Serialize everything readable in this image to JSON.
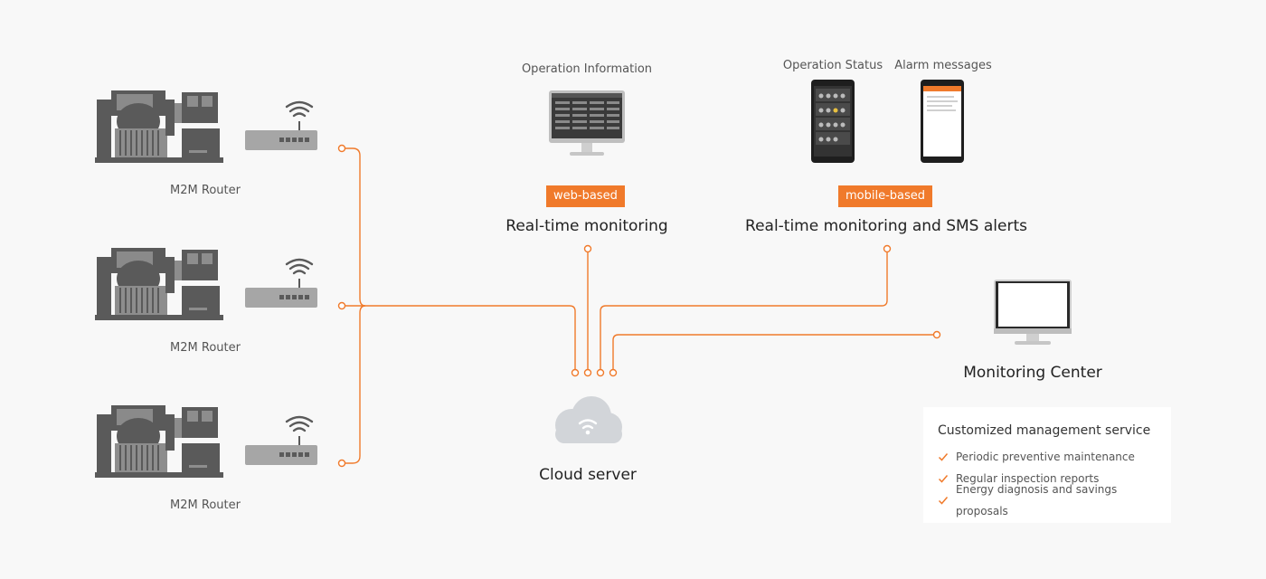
{
  "routers": [
    {
      "label": "M2M Router"
    },
    {
      "label": "M2M Router"
    },
    {
      "label": "M2M Router"
    }
  ],
  "web": {
    "screen_label": "Operation Information",
    "tag": "web-based",
    "title": "Real-time monitoring"
  },
  "mobile": {
    "status_label": "Operation Status",
    "alarm_label": "Alarm messages",
    "tag": "mobile-based",
    "title": "Real-time monitoring and SMS alerts"
  },
  "cloud": {
    "label": "Cloud server"
  },
  "monitoring_center": {
    "label": "Monitoring Center"
  },
  "service": {
    "title": "Customized management service",
    "items": [
      "Periodic preventive maintenance",
      "Regular inspection reports",
      "Energy diagnosis and savings proposals"
    ]
  },
  "colors": {
    "accent": "#f07a2b",
    "machine": "#5a5a5a",
    "router": "#a6a6a6",
    "cloud": "#d2d5d9"
  }
}
